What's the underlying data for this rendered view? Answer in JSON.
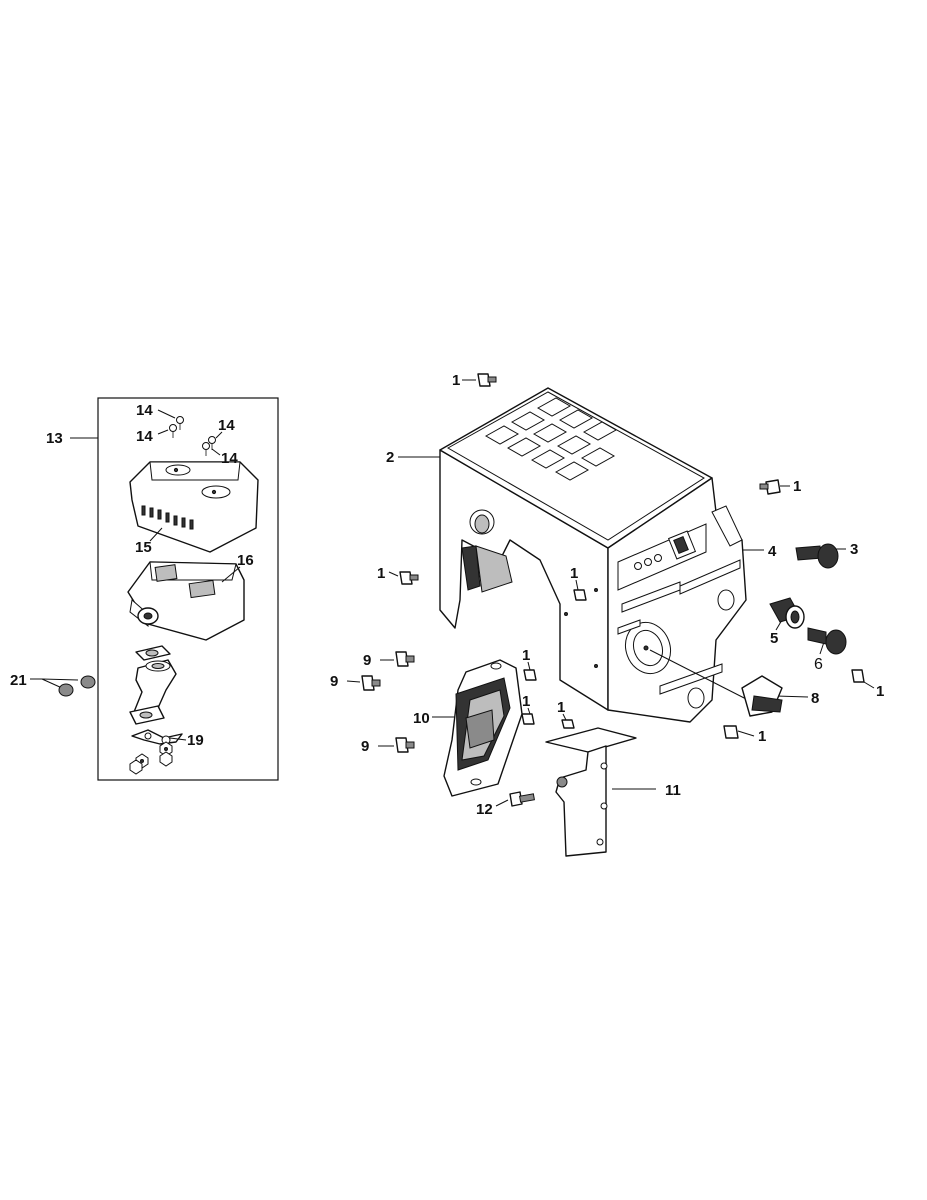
{
  "callouts": {
    "c1a": "1",
    "c1b": "1",
    "c1c": "1",
    "c1d": "1",
    "c1e": "1",
    "c1f": "1",
    "c1g": "1",
    "c1h": "1",
    "c2": "2",
    "c3": "3",
    "c4": "4",
    "c5": "5",
    "c6": "6",
    "c8": "8",
    "c9a": "9",
    "c9b": "9",
    "c9c": "9",
    "c10": "10",
    "c11": "11",
    "c12": "12",
    "c13": "13",
    "c14a": "14",
    "c14b": "14",
    "c14c": "14",
    "c14d": "14",
    "c15": "15",
    "c16": "16",
    "c19": "19",
    "c21": "21"
  }
}
